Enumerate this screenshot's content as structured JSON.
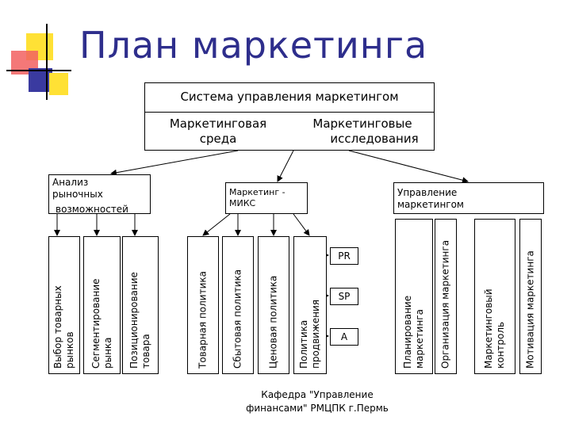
{
  "title": "План маркетинга",
  "top_box": {
    "header": "Система управления маркетингом",
    "left": "Маркетинговая среда",
    "left_line1": "Маркетинговая",
    "left_line2": "среда",
    "right_line1": "Маркетинговые",
    "right_line2": "исследования"
  },
  "groups": {
    "analysis": {
      "line1": "Анализ",
      "line2": "рыночных",
      "line3": "возможностей"
    },
    "mix": {
      "line1": "Маркетинг -",
      "line2": "МИКС"
    },
    "management": {
      "line1": "Управление",
      "line2": "маркетингом"
    }
  },
  "analysis_items": [
    {
      "line1": "Выбор товарных",
      "line2": "рынков"
    },
    {
      "line1": "Сегментирование",
      "line2": "рынка"
    },
    {
      "line1": "Позиционирование",
      "line2": "товара"
    }
  ],
  "mix_items": [
    {
      "line1": "Товарная политика"
    },
    {
      "line1": "Сбытовая политика"
    },
    {
      "line1": "Ценовая политика"
    },
    {
      "line1": "Политика",
      "line2": "продвижения"
    }
  ],
  "promo_items": [
    "PR",
    "SP",
    "A"
  ],
  "management_items": [
    {
      "line1": "Планирование",
      "line2": "маркетинга"
    },
    {
      "line1": "Организация маркетинга"
    },
    {
      "line1": "Маркетинговый",
      "line2": "контроль"
    },
    {
      "line1": "Мотивация маркетинга"
    }
  ],
  "footer": {
    "line1": "Кафедра \"Управление",
    "line2": "финансами\" РМЦПК г.Пермь"
  },
  "colors": {
    "title": "#2e2e8c",
    "yellow": "#ffe135",
    "red": "#f05050",
    "blue": "#3a3aa0"
  }
}
